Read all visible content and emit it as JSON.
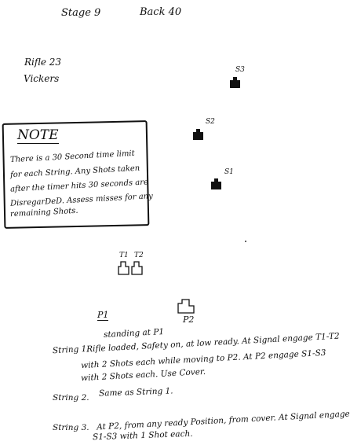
{
  "header": {
    "stage": "Stage 9",
    "back": "Back 40"
  },
  "rifle": {
    "number": "Rifle 23",
    "location": "Vickers"
  },
  "note": {
    "title": "NOTE",
    "lines": [
      "There is a 30 Second time limit",
      "for each String. Any Shots taken",
      "after the timer hits 30 seconds are",
      "DisregarDeD. Assess misses for any",
      "remaining Shots."
    ]
  },
  "targets": {
    "s1": "S1",
    "s2": "S2",
    "s3": "S3",
    "t1": "T1",
    "t2": "T2",
    "p1": "P1",
    "p2": "P2"
  },
  "strings": {
    "standing": "standing at P1",
    "s1_label": "String 1.",
    "s1_line1": "Rifle loaded, Safety on, at low ready. At Signal engage T1-T2",
    "s1_line2": "with 2 Shots each while moving to P2. At P2 engage S1-S3",
    "s1_line3": "with 2 Shots each. Use Cover.",
    "s2_label": "String 2.",
    "s2_text": "Same as String 1.",
    "s3_label": "String 3.",
    "s3_line1": "At P2, from any ready Position, from cover. At Signal engage",
    "s3_line2": "S1-S3 with 1 Shot each."
  }
}
